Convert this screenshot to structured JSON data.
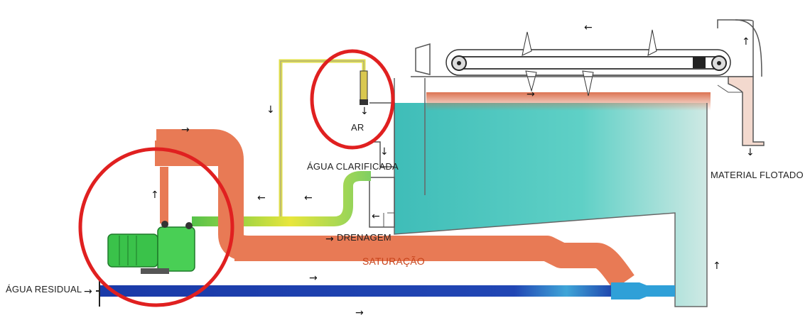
{
  "labels": {
    "ar": "AR",
    "agua_clarificada": "ÁGUA CLARIFICADA",
    "material_flotado": "MATERIAL FLOTADO",
    "drenagem": "DRENAGEM",
    "saturacao": "SATURAÇÃO",
    "agua_residual": "ÁGUA RESIDUAL"
  },
  "colors": {
    "clarified_water": "#4ec9c3",
    "sludge": "#d8643f",
    "saturated_pipe": "#e87a55",
    "raw_water_pipe": "#1e3faf",
    "air_line": "#e2e04a",
    "pump_motor": "#3ac24a",
    "highlight_circle": "#e02020"
  },
  "icons": {
    "arrow_right": "→",
    "arrow_left": "←",
    "arrow_up": "↑",
    "arrow_down": "↓"
  }
}
